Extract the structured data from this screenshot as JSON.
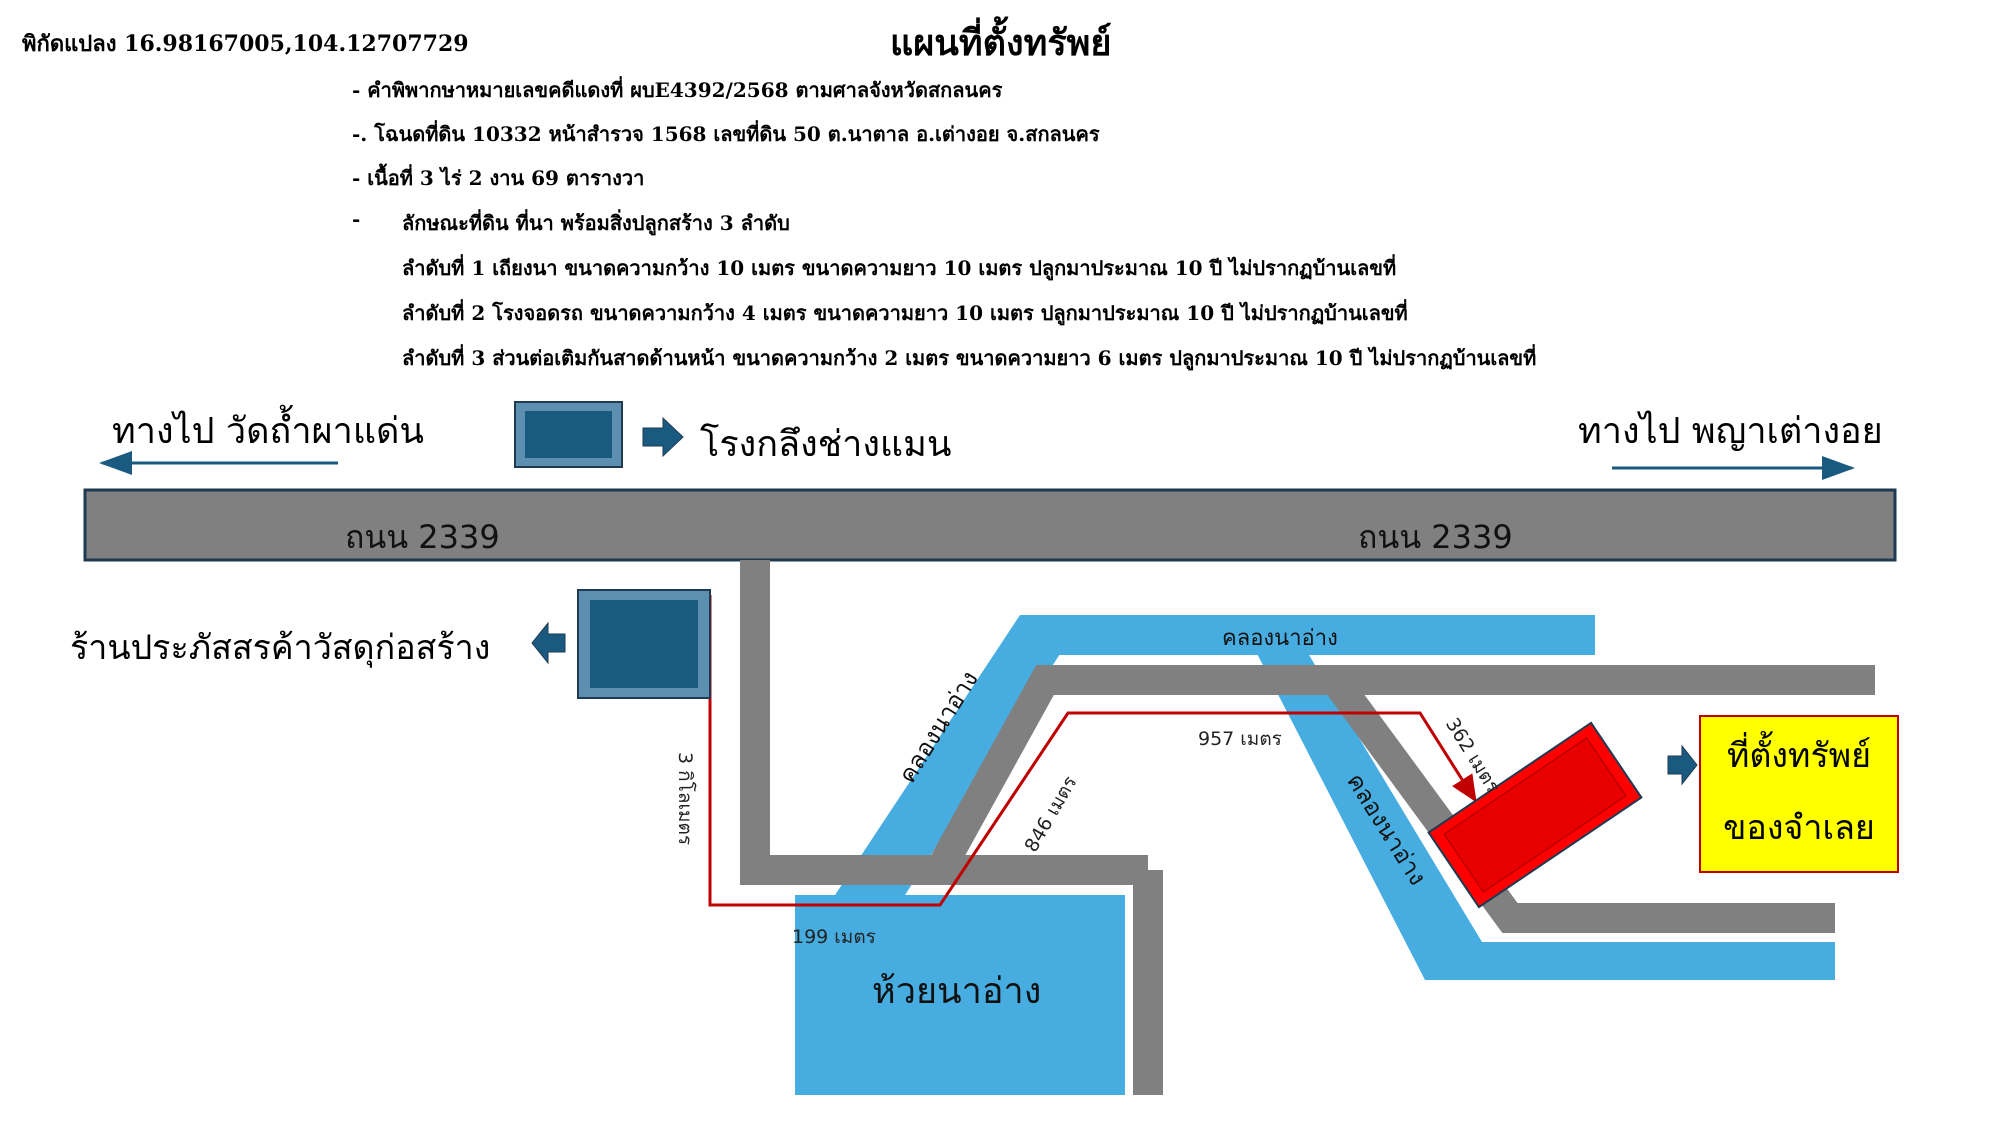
{
  "header": {
    "coordinates": "พิกัดแปลง 16.98167005,104.12707729",
    "title": "แผนที่ตั้งทรัพย์",
    "lines": [
      "- คำพิพากษาหมายเลขคดีแดงที่ ผบE4392/2568 ตามศาลจังหวัดสกลนคร",
      "-. โฉนดที่ดิน 10332 หน้าสำรวจ 1568  เลขที่ดิน 50 ต.นาตาล อ.เต่างอย จ.สกลนคร",
      "- เนื้อที่ 3 ไร่ 2 งาน 69 ตารางวา"
    ],
    "bullet": "-",
    "land_type": "ลักษณะที่ดิน ที่นา พร้อมสิ่งปลูกสร้าง 3 ลำดับ",
    "structures": [
      "ลำดับที่ 1 เถียงนา ขนาดความกว้าง 10 เมตร ขนาดความยาว 10 เมตร ปลูกมาประมาณ 10 ปี ไม่ปรากฏบ้านเลขที่",
      "ลำดับที่ 2 โรงจอดรถ ขนาดความกว้าง 4 เมตร ขนาดความยาว  10 เมตร ปลูกมาประมาณ 10 ปี ไม่ปรากฏบ้านเลขที่",
      "ลำดับที่ 3 ส่วนต่อเติมกันสาดด้านหน้า ขนาดความกว้าง  2  เมตร ขนาดความยาว  6 เมตร ปลูกมาประมาณ 10 ปี ไม่ปรากฏบ้านเลขที่"
    ]
  },
  "map": {
    "to_left": "ทางไป วัดถ้ำผาแด่น",
    "to_right": "ทางไป พญาเต่างอย",
    "mill": "โรงกลึงช่างแมน",
    "road_left": "ถนน 2339",
    "road_right": "ถนน 2339",
    "shop": "ร้านประภัสสรค้าวัสดุก่อสร้าง",
    "canal_top": "คลองนาอ่าง",
    "canal_left": "คลองนาอ่าง",
    "canal_right": "คลองนาอ่าง",
    "creek": "ห้วยนาอ่าง",
    "dist_1": "3 กิโลเมตร",
    "dist_2": "199 เมตร",
    "dist_3": "846 เมตร",
    "dist_4": "957 เมตร",
    "dist_5": "362 เมตร",
    "property_line1": "ที่ตั้งทรัพย์",
    "property_line2": "ของจำเลย"
  },
  "colors": {
    "road": "#808080",
    "water": "#47ADE0",
    "building": "#1B5A80",
    "route": "#C00000",
    "property": "#FF0000",
    "label_box": "#FFFF00"
  }
}
